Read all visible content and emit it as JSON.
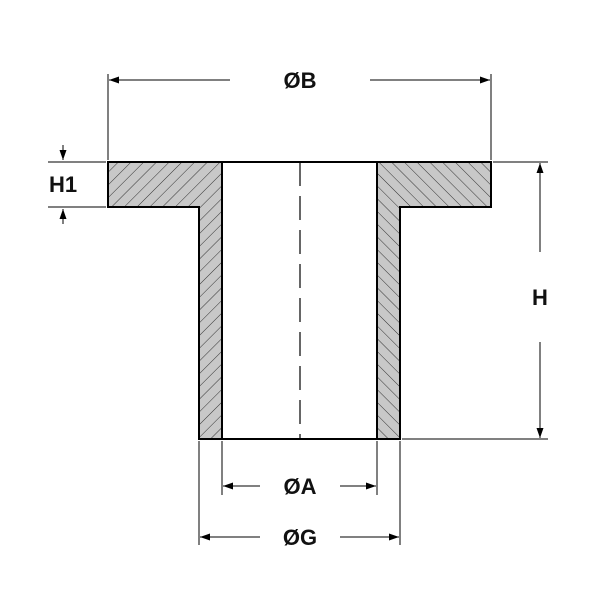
{
  "dimensions": {
    "outer_flange_diameter": "ØB",
    "flange_height": "H1",
    "total_height": "H",
    "inner_diameter": "ØA",
    "outer_body_diameter": "ØG"
  },
  "colors": {
    "section_fill": "#c8c8c8",
    "outline": "#000000",
    "hatch": "#333333",
    "dimension_line": "#000000"
  }
}
